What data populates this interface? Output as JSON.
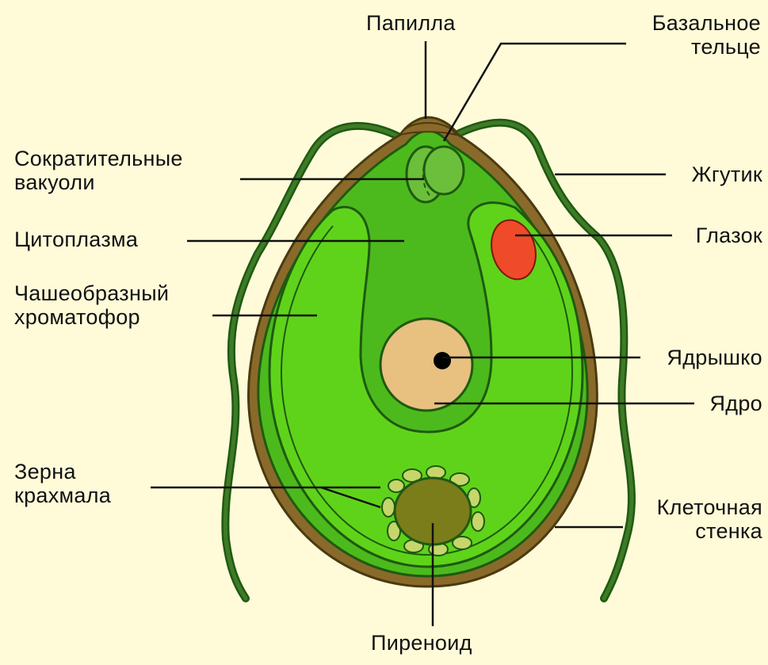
{
  "diagram": {
    "labels": {
      "papilla": "Папилла",
      "basal_body": [
        "Базальное",
        "тельце"
      ],
      "contractile_vacuoles": [
        "Сократительные",
        "вакуоли"
      ],
      "cytoplasm": "Цитоплазма",
      "cup_chromatophore": [
        "Чашеобразный",
        "хроматофор"
      ],
      "starch_grains": [
        "Зерна",
        "крахмала"
      ],
      "flagellum": "Жгутик",
      "eyespot": "Глазок",
      "nucleolus": "Ядрышко",
      "nucleus": "Ядро",
      "cell_wall": [
        "Клеточная",
        "стенка"
      ],
      "pyrenoid": "Пиреноид"
    },
    "colors": {
      "background": "#fffbd9",
      "cell_wall": "#8a6a2a",
      "chromatophore": "#5fd31a",
      "cytoplasm": "#4cba1c",
      "outline": "#1e5a10",
      "flagellum": "#2f6a1c",
      "eyespot": "#ef4a2a",
      "nucleus": "#e8c080",
      "pyrenoid": "#7b7d1a",
      "starch": "#c6d66a",
      "vacuole": "#6cbf3a"
    }
  }
}
